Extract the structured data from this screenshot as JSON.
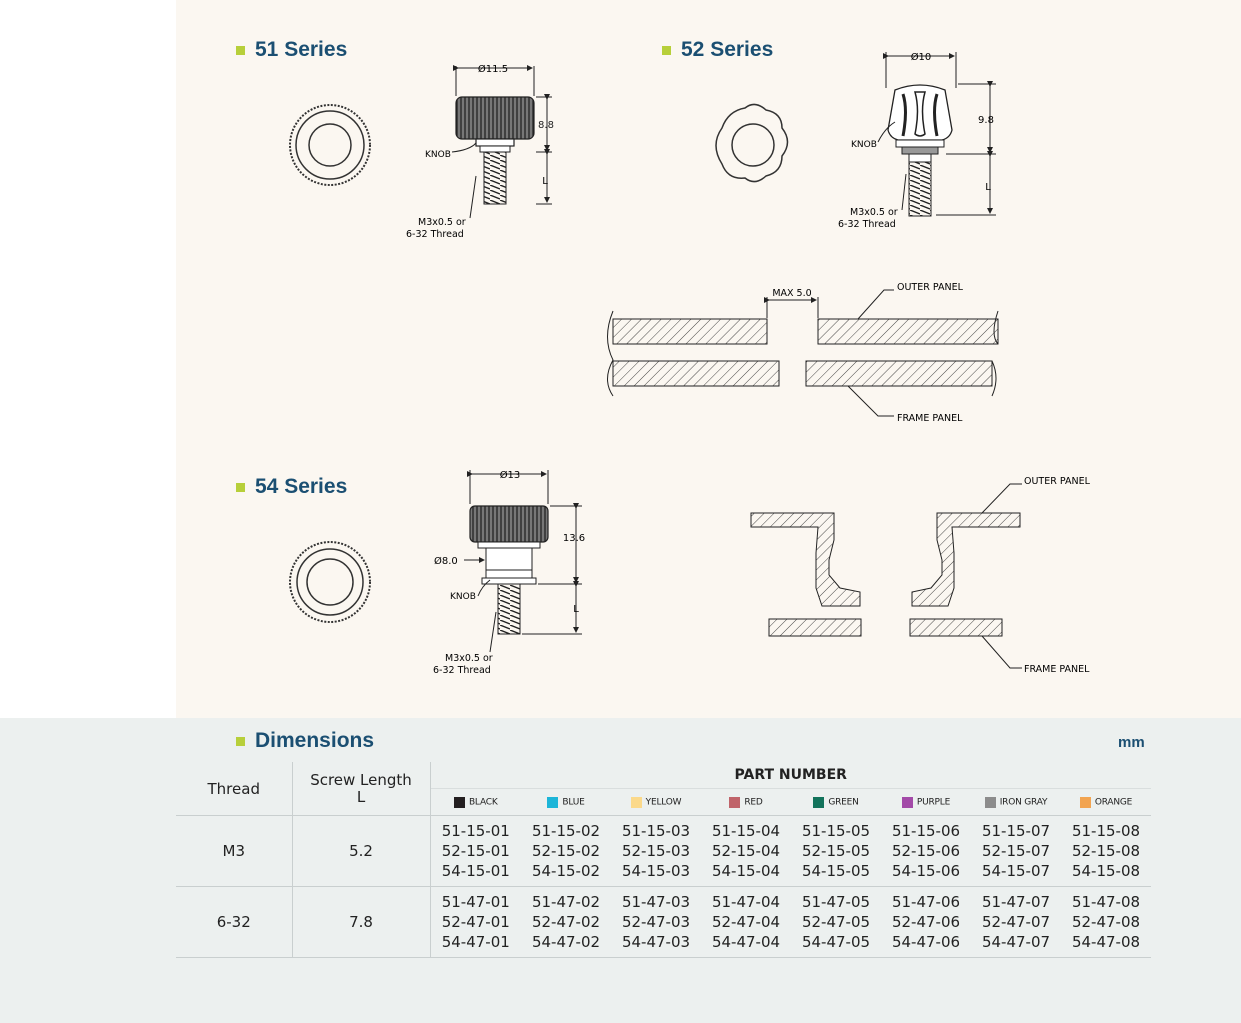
{
  "sections": {
    "s51": "51 Series",
    "s52": "52 Series",
    "s54": "54 Series",
    "dimensions": "Dimensions"
  },
  "drawing_labels": {
    "d51": "Ø11.5",
    "h51": "8.8",
    "knob": "KNOB",
    "L": "L",
    "thread_l1": "M3x0.5 or",
    "thread_l2": "6-32 Thread",
    "d52": "Ø10",
    "h52": "9.8",
    "d54": "Ø13",
    "h54": "13.6",
    "d54b": "Ø8.0",
    "max": "MAX 5.0",
    "outer_panel": "OUTER PANEL",
    "frame_panel": "FRAME PANEL"
  },
  "table": {
    "unit": "mm",
    "header_thread": "Thread",
    "header_length_1": "Screw Length",
    "header_length_2": "L",
    "header_part": "PART NUMBER",
    "colors": [
      {
        "name": "BLACK",
        "hex": "#231f20"
      },
      {
        "name": "BLUE",
        "hex": "#1cb5d8"
      },
      {
        "name": "YELLOW",
        "hex": "#fbd98a"
      },
      {
        "name": "RED",
        "hex": "#c0646a"
      },
      {
        "name": "GREEN",
        "hex": "#12735b"
      },
      {
        "name": "PURPLE",
        "hex": "#a34aa8"
      },
      {
        "name": "IRON GRAY",
        "hex": "#8c8c8c"
      },
      {
        "name": "ORANGE",
        "hex": "#f2a450"
      }
    ],
    "rows": [
      {
        "thread": "M3",
        "length": "5.2",
        "parts": [
          [
            "51-15-01",
            "52-15-01",
            "54-15-01"
          ],
          [
            "51-15-02",
            "52-15-02",
            "54-15-02"
          ],
          [
            "51-15-03",
            "52-15-03",
            "54-15-03"
          ],
          [
            "51-15-04",
            "52-15-04",
            "54-15-04"
          ],
          [
            "51-15-05",
            "52-15-05",
            "54-15-05"
          ],
          [
            "51-15-06",
            "52-15-06",
            "54-15-06"
          ],
          [
            "51-15-07",
            "52-15-07",
            "54-15-07"
          ],
          [
            "51-15-08",
            "52-15-08",
            "54-15-08"
          ]
        ]
      },
      {
        "thread": "6-32",
        "length": "7.8",
        "parts": [
          [
            "51-47-01",
            "52-47-01",
            "54-47-01"
          ],
          [
            "51-47-02",
            "52-47-02",
            "54-47-02"
          ],
          [
            "51-47-03",
            "52-47-03",
            "54-47-03"
          ],
          [
            "51-47-04",
            "52-47-04",
            "54-47-04"
          ],
          [
            "51-47-05",
            "52-47-05",
            "54-47-05"
          ],
          [
            "51-47-06",
            "52-47-06",
            "54-47-06"
          ],
          [
            "51-47-07",
            "52-47-07",
            "54-47-07"
          ],
          [
            "51-47-08",
            "52-47-08",
            "54-47-08"
          ]
        ]
      }
    ]
  }
}
